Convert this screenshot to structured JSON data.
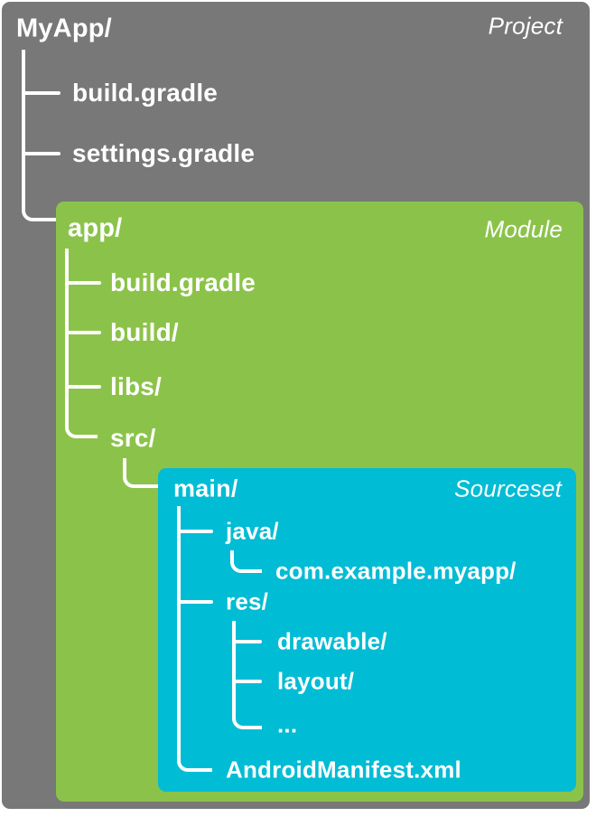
{
  "colors": {
    "project_bg": "#787878",
    "module_bg": "#8BC34A",
    "sourceset_bg": "#00BCD4",
    "line": "#ffffff",
    "text": "#ffffff"
  },
  "project": {
    "title": "MyApp/",
    "badge": "Project",
    "items": {
      "build_gradle": "build.gradle",
      "settings_gradle": "settings.gradle"
    }
  },
  "module": {
    "title": "app/",
    "badge": "Module",
    "items": {
      "build_gradle": "build.gradle",
      "build_dir": "build/",
      "libs_dir": "libs/",
      "src_dir": "src/"
    }
  },
  "sourceset": {
    "title": "main/",
    "badge": "Sourceset",
    "items": {
      "java_dir": "java/",
      "package_dir": "com.example.myapp/",
      "res_dir": "res/",
      "drawable_dir": "drawable/",
      "layout_dir": "layout/",
      "ellipsis": "...",
      "manifest": "AndroidManifest.xml"
    }
  }
}
